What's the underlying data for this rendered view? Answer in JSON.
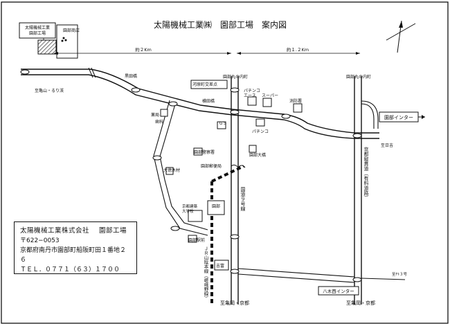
{
  "title": "太陽機械工業㈱　園部工場　案内図",
  "factory_box": [
    "太陽機械工業",
    "園部工場"
  ],
  "labels": {
    "sonobe_shotengai": "園部商店",
    "dist_west": "約２Km",
    "dist_east": "約１.２Km",
    "kuroda_bridge": "黒田橋",
    "sonobe_marunouchi_1": "園部丸の内町",
    "sonobe_marunouchi_2": "園部丸の内町",
    "to_kameoka_rokuji": "至亀山・るり渓",
    "kobayashi_intersection": "河原町交差点",
    "pachinko_ace": "パチンコ\nエース",
    "super": "スーパー",
    "shobosho": "消防署",
    "yokota_bridge": "横田橋",
    "pharmacy": "薬局",
    "clinic": "歯科",
    "gs": "ＧＳ",
    "pachinko2": "パチンコ",
    "sonobe_interchange": "園部インター",
    "to_hiyoshi": "至日吉",
    "police": "園部警察署",
    "sonobe_daigaku": "園部大橋",
    "sonobe_dormitory": "園部郵便局",
    "daiko_mokuzai": "大徳木材",
    "kyoto_kenchiku": "京都建築\n大学校",
    "sonobe": "園部",
    "sonobe_station": "園部駅前",
    "yoshitomi": "吉富",
    "national_route_9": "国道９号線",
    "kyoto_expressway": "京都縦貫道（有料道路）",
    "jr_sanin": "ＪＲ山陰本線（嵯峨野線）",
    "yagi_nishi_ic": "八木西インター",
    "to_jiyatoku": "至ﾔﾄ３号",
    "to_kameoka_kyoto_1": "至亀岡・京都",
    "to_kameoka_kyoto_2": "至亀岡・京都"
  },
  "info": {
    "company": "太陽機械工業株式会社",
    "plant": "園部工場",
    "postal": "〒622−0053",
    "address": "京都府南丹市園部町船阪町田１番地２６",
    "tel": "ＴＥＬ．０７７１（６３）１７００"
  }
}
